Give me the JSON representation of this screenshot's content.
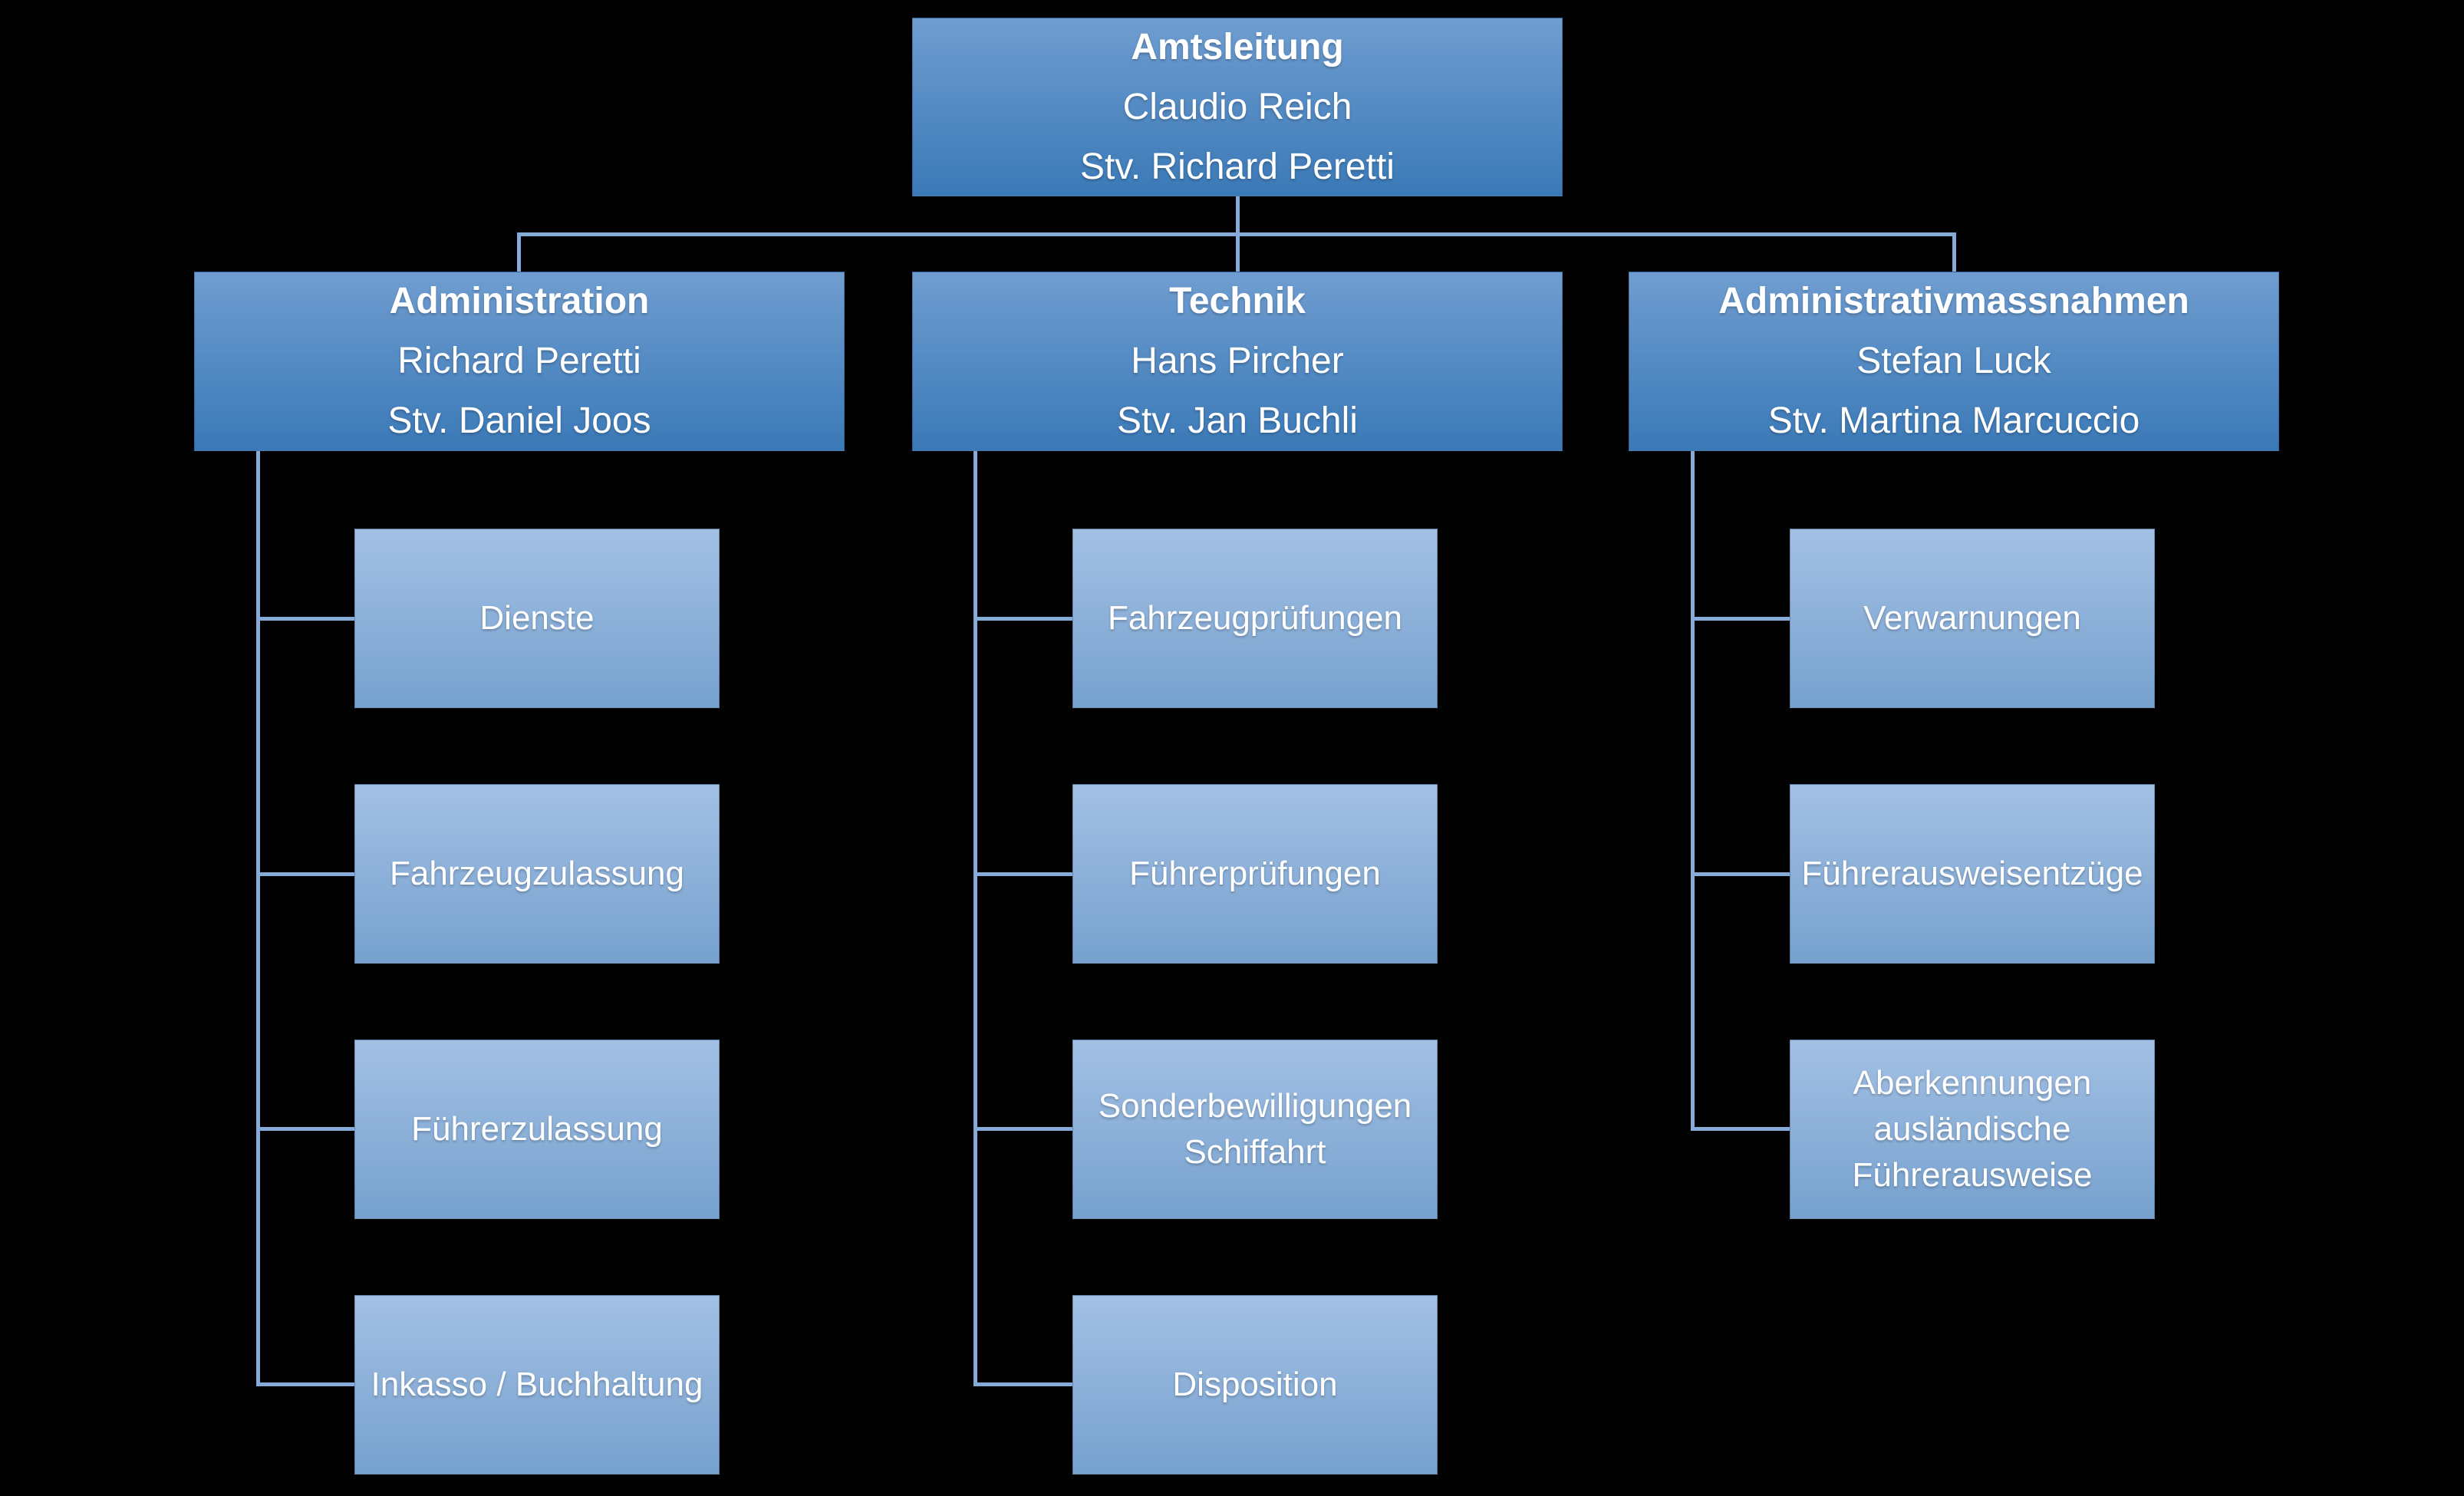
{
  "org_chart": {
    "root": {
      "title": "Amtsleitung",
      "leader": "Claudio Reich",
      "deputy": "Stv. Richard Peretti"
    },
    "departments": [
      {
        "title": "Administration",
        "leader": "Richard Peretti",
        "deputy": "Stv. Daniel Joos",
        "units": [
          "Dienste",
          "Fahrzeugzulassung",
          "Führerzulassung",
          "Inkasso / Buchhaltung"
        ]
      },
      {
        "title": "Technik",
        "leader": "Hans Pircher",
        "deputy": "Stv. Jan Buchli",
        "units": [
          "Fahrzeugprüfungen",
          "Führerprüfungen",
          "Sonderbewilligungen Schiffahrt",
          "Disposition"
        ]
      },
      {
        "title": "Administrativmassnahmen",
        "leader": "Stefan Luck",
        "deputy": "Stv. Martina Marcuccio",
        "units": [
          "Verwarnungen",
          "Führerausweisentzüge",
          "Aberkennungen ausländische Führerausweise"
        ]
      }
    ],
    "colors": {
      "background": "#000000",
      "department_box_top": "#6f9dd0",
      "department_box_bottom": "#3a79b7",
      "unit_box_top": "#a3c0e4",
      "unit_box_bottom": "#76a1ce",
      "connector": "#86abd8",
      "text": "#ffffff"
    }
  }
}
